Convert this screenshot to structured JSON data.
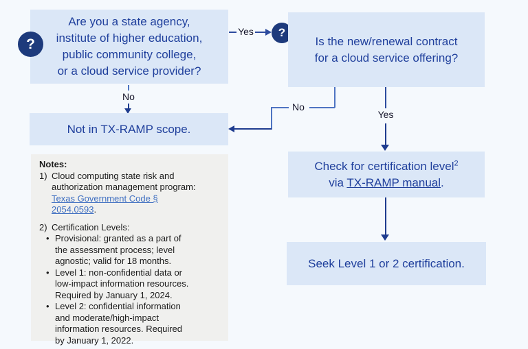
{
  "colors": {
    "page_bg": "#f5f9fd",
    "box_fill": "#dbe7f7",
    "box_text": "#1f3f9c",
    "icon_circle": "#1d3a7c",
    "connector_light": "#4e74c2",
    "connector_dark": "#1e3c8f",
    "label_text": "#15152a",
    "notes_bg": "#f0f0ee",
    "notes_text": "#1c1c1c",
    "note_link": "#3f6fc1"
  },
  "flowchart": {
    "question_mark": "?",
    "q1": {
      "lines": [
        "Are you a state agency,",
        "institute of higher education,",
        "public community college,",
        "or a cloud service provider?"
      ]
    },
    "q2": {
      "lines": [
        "Is the new/renewal contract",
        "for a cloud service offering?"
      ]
    },
    "labels": {
      "yes_top": "Yes",
      "no_left": "No",
      "no_right": "No",
      "yes_right": "Yes"
    },
    "not_in_scope": "Not in TX-RAMP scope.",
    "check": {
      "line1": "Check for certification level",
      "superscript": "2",
      "line2_prefix": "via ",
      "link_text": "TX-RAMP manual",
      "line2_suffix": "."
    },
    "seek": "Seek Level 1 or 2 certification."
  },
  "notes": {
    "heading": "Notes:",
    "note1": {
      "marker": "1)",
      "text": "Cloud computing state risk and authorization management program: ",
      "link_text": "Texas Government Code § 2054.0593",
      "suffix": "."
    },
    "note2": {
      "marker": "2)",
      "title": "Certification Levels:",
      "bullet_glyph": "•",
      "bullets": [
        "Provisional: granted as a part of the assessment process; level agnostic; valid for 18 months.",
        "Level 1: non-confidential data or low-impact information resources. Required by January 1, 2024.",
        "Level 2: confidential information and moderate/high-impact information resources. Required by January 1, 2022."
      ]
    }
  }
}
